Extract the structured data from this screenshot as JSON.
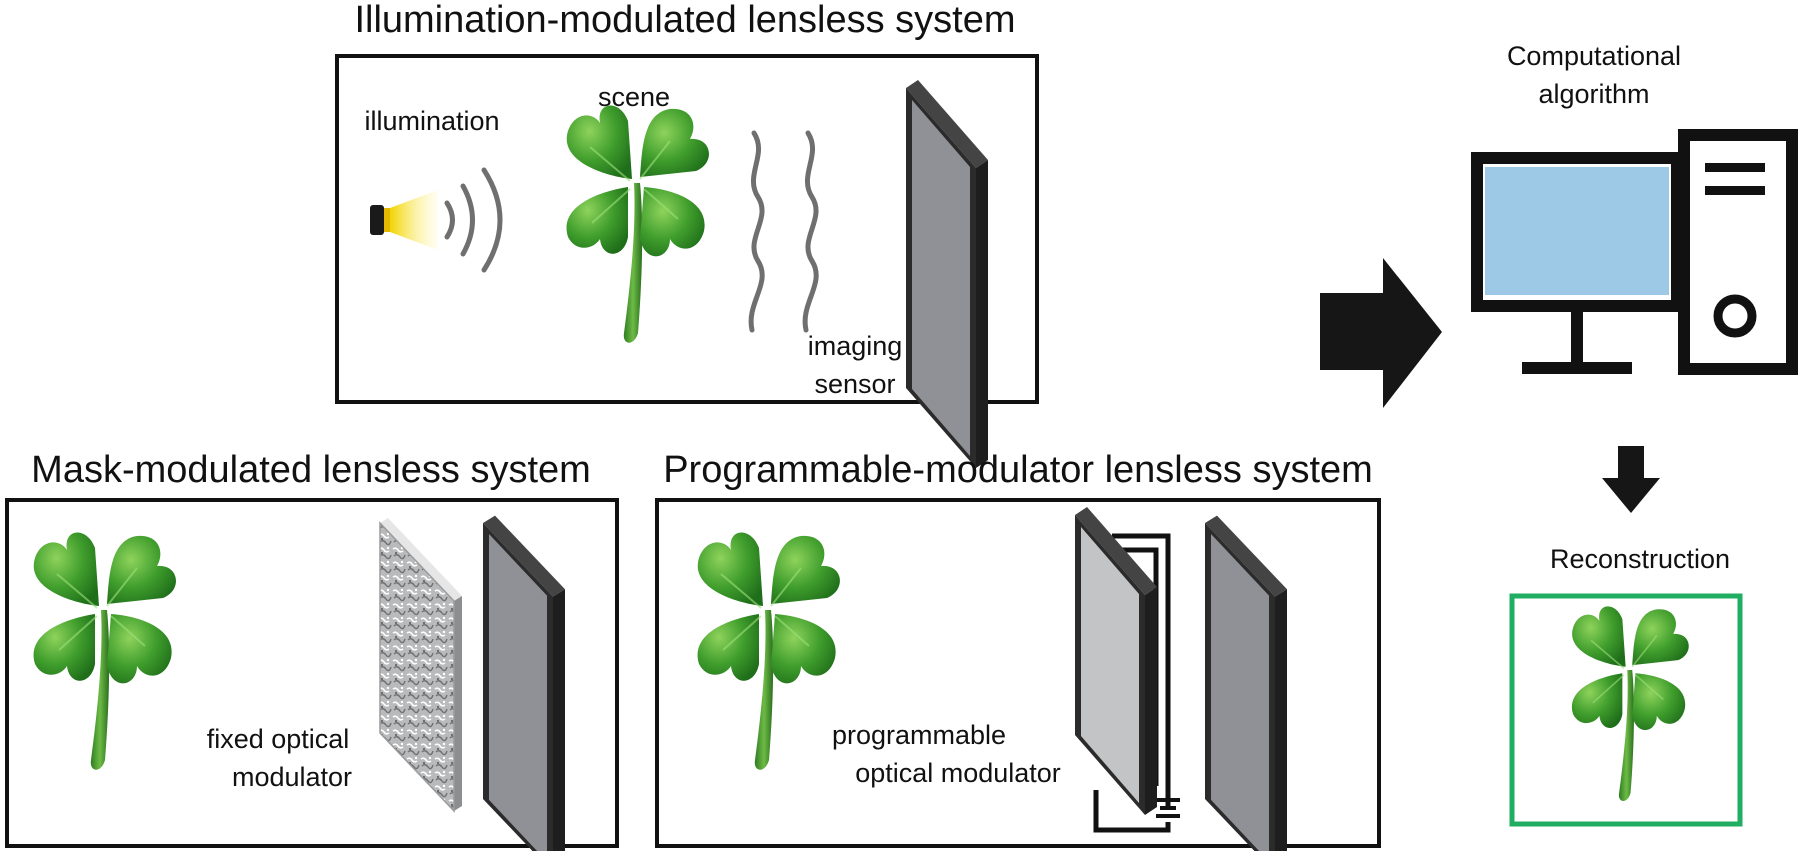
{
  "titles": {
    "illumination_system": "Illumination-modulated lensless system",
    "mask_system": "Mask-modulated lensless system",
    "programmable_system": "Programmable-modulator lensless system"
  },
  "labels": {
    "illumination": "illumination",
    "scene": "scene",
    "imaging_sensor": [
      "imaging",
      "sensor"
    ],
    "computational_algorithm": [
      "Computational",
      "algorithm"
    ],
    "reconstruction": "Reconstruction",
    "fixed_modulator": [
      "fixed optical",
      "modulator"
    ],
    "programmable_modulator": [
      "programmable",
      "optical modulator"
    ]
  },
  "colors": {
    "monitor_screen": "#9dc8e6",
    "sensor_face": "#8f9197",
    "sensor_frame": "#2b2b2b",
    "modulator_face": "#c3c4c5",
    "reconstruction_border": "#1fae62",
    "leaf_green": "#3f9d2c",
    "lamp_light": "#f2d400"
  },
  "icons": {
    "lamp": "flashlight-icon",
    "scene": "four-leaf-clover-icon",
    "computer": "desktop-computer-icon",
    "arrow": "block-arrow-icon"
  }
}
